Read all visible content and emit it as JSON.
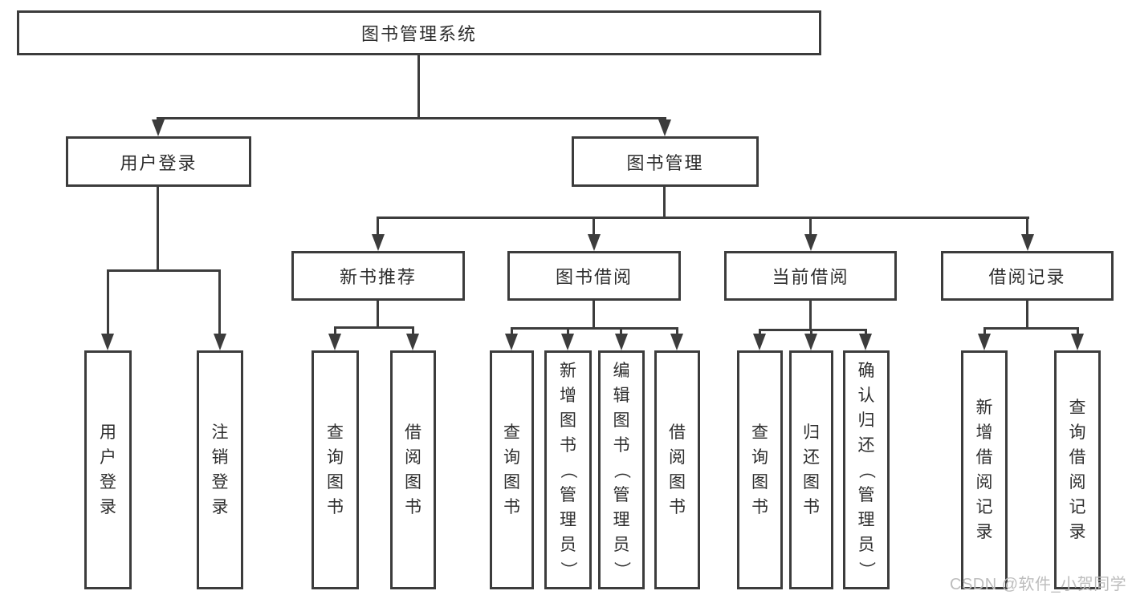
{
  "diagram": {
    "type": "hierarchy-tree",
    "nodes": {
      "root": "图书管理系统",
      "user_login": "用户登录",
      "book_mgmt": "图书管理",
      "new_book": "新书推荐",
      "book_borrow": "图书借阅",
      "current_borrow": "当前借阅",
      "borrow_record": "借阅记录"
    },
    "leaves": {
      "user_login": [
        "用户登录",
        "注销登录"
      ],
      "new_book": [
        "查询图书",
        "借阅图书"
      ],
      "book_borrow": [
        "查询图书",
        "新增图书（管理员）",
        "编辑图书（管理员）",
        "借阅图书"
      ],
      "current_borrow": [
        "查询图书",
        "归还图书",
        "确认归还（管理员）"
      ],
      "borrow_record": [
        "新增借阅记录",
        "查询借阅记录"
      ]
    },
    "colors": {
      "line": "#3c3c3c",
      "text": "#2e2e2e",
      "background": "#ffffff",
      "watermark": "#bdbdbd"
    }
  },
  "watermark": "CSDN @软件_小贺同学"
}
